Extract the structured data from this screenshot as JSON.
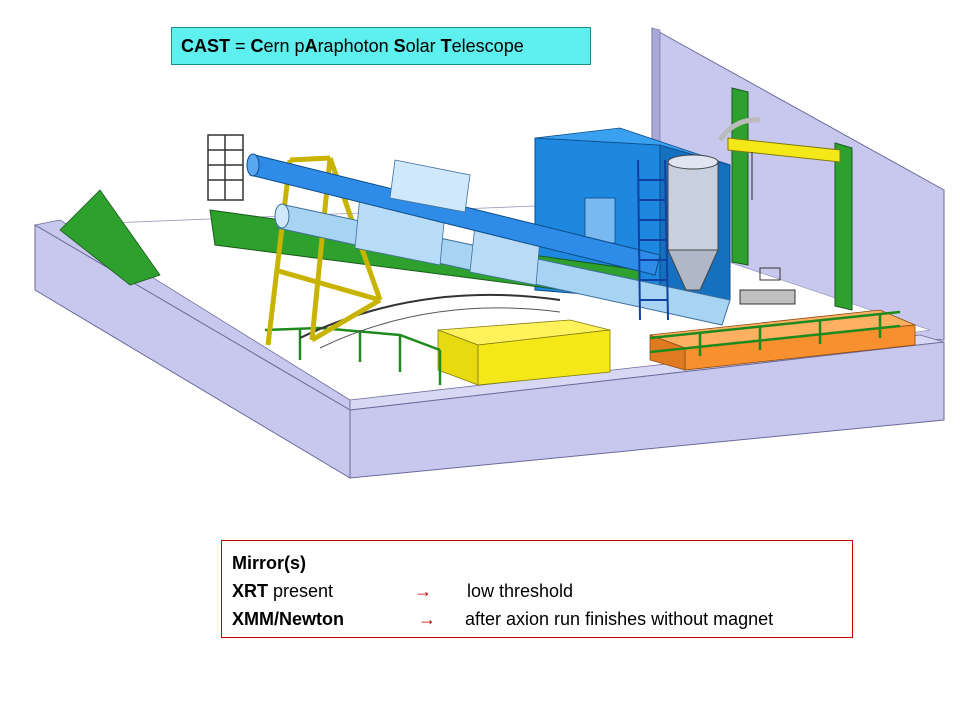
{
  "title": {
    "prefix": "CAST",
    "eq": " = ",
    "parts": [
      {
        "cap": "C",
        "rest": "ern "
      },
      {
        "cap": "",
        "rest": "p"
      },
      {
        "cap": "A",
        "rest": "raphoton "
      },
      {
        "cap": "S",
        "rest": "olar "
      },
      {
        "cap": "T",
        "rest": "elescope"
      }
    ]
  },
  "notes": {
    "heading": "Mirror(s)",
    "rows": [
      {
        "key": "XRT",
        "rest": " present",
        "arrow": "→",
        "value": "low threshold"
      },
      {
        "key": "XMM/Newton",
        "rest": "",
        "arrow": "→",
        "value": "after axion run finishes without magnet"
      }
    ]
  },
  "colors": {
    "title_bg": "#5ef0ee",
    "notes_border": "#c00000",
    "arrow": "#c00000",
    "wall": "#c8c8ee",
    "green": "#2ea02e",
    "yellow": "#f4e818",
    "orange": "#f89030",
    "blue": "#1e88e0",
    "light_blue": "#a8d4f4"
  }
}
